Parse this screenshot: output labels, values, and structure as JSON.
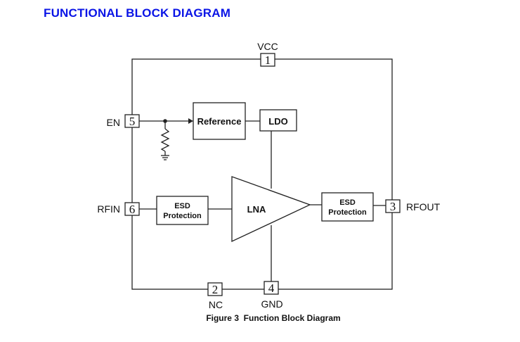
{
  "title": "FUNCTIONAL BLOCK DIAGRAM",
  "colors": {
    "title": "#0a14e6",
    "lines": "#222222"
  },
  "pins": {
    "vcc": {
      "number": "1",
      "label": "VCC"
    },
    "nc": {
      "number": "2",
      "label": "NC"
    },
    "rfout": {
      "number": "3",
      "label": "RFOUT"
    },
    "gnd": {
      "number": "4",
      "label": "GND"
    },
    "en": {
      "number": "5",
      "label": "EN"
    },
    "rfin": {
      "number": "6",
      "label": "RFIN"
    }
  },
  "blocks": {
    "reference": "Reference",
    "ldo": "LDO",
    "lna": "LNA",
    "esd_in": {
      "line1": "ESD",
      "line2": "Protection"
    },
    "esd_out": {
      "line1": "ESD",
      "line2": "Protection"
    }
  },
  "caption": "Figure 3  Function Block Diagram"
}
